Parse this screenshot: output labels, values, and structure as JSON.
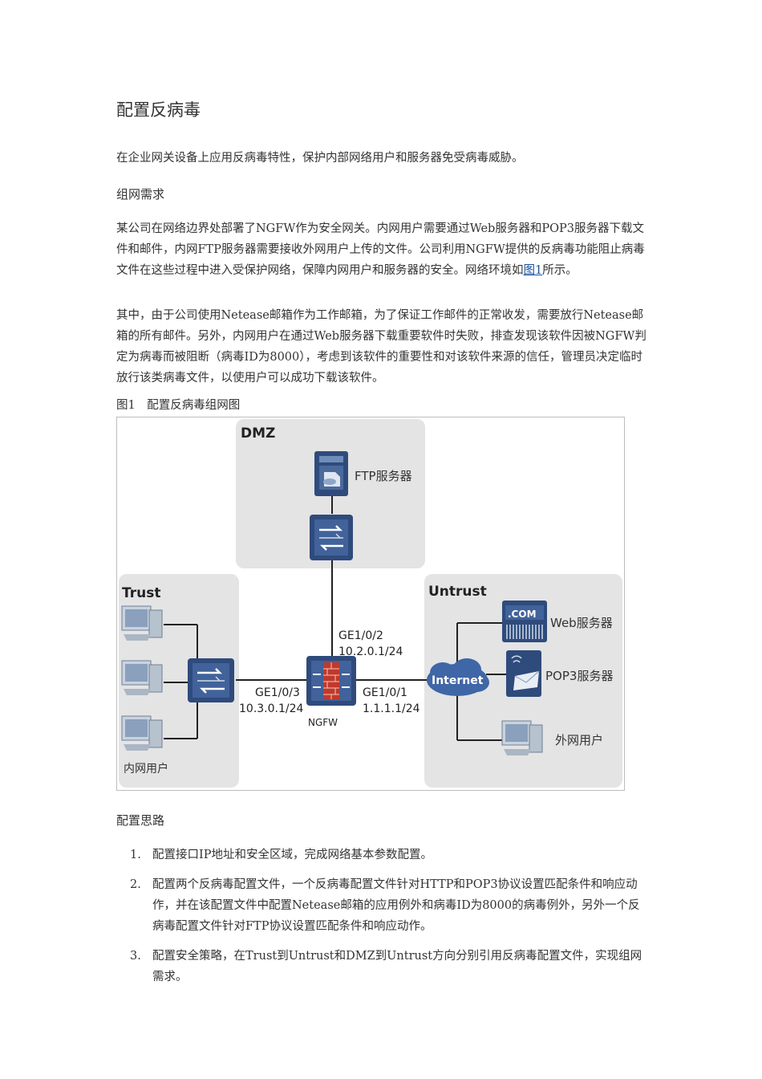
{
  "doc": {
    "title": "配置反病毒",
    "intro": "在企业网关设备上应用反病毒特性，保护内部网络用户和服务器免受病毒威胁。",
    "section_network": "组网需求",
    "para1_text": "某公司在网络边界处部署了NGFW作为安全网关。内网用户需要通过Web服务器和POP3服务器下载文件和邮件，内网FTP服务器需要接收外网用户上传的文件。公司利用NGFW提供的反病毒功能阻止病毒文件在这些过程中进入受保护网络，保障内网用户和服务器的安全。网络环境如",
    "para1_link": "图1",
    "para1_end": "所示。",
    "para2": "其中，由于公司使用Netease邮箱作为工作邮箱，为了保证工作邮件的正常收发，需要放行Netease邮箱的所有邮件。另外，内网用户在通过Web服务器下载重要软件时失败，排查发现该软件因被NGFW判定为病毒而被阻断（病毒ID为8000），考虑到该软件的重要性和对该软件来源的信任，管理员决定临时放行该类病毒文件，以使用户可以成功下载该软件。",
    "figure_caption": "图1　配置反病毒组网图",
    "section_plan": "配置思路",
    "steps": [
      {
        "num": "1.",
        "text": "配置接口IP地址和安全区域，完成网络基本参数配置。"
      },
      {
        "num": "2.",
        "text": "配置两个反病毒配置文件，一个反病毒配置文件针对HTTP和POP3协议设置匹配条件和响应动作，并在该配置文件中配置Netease邮箱的应用例外和病毒ID为8000的病毒例外，另外一个反病毒配置文件针对FTP协议设置匹配条件和响应动作。"
      },
      {
        "num": "3.",
        "text": "配置安全策略，在Trust到Untrust和DMZ到Untrust方向分别引用反病毒配置文件，实现组网需求。"
      }
    ]
  },
  "diagram": {
    "zone_dmz": "DMZ",
    "zone_trust": "Trust",
    "zone_untrust": "Untrust",
    "ftp_label": "FTP服务器",
    "web_label": "Web服务器",
    "pop3_label": "POP3服务器",
    "ext_user_label": "外网用户",
    "int_user_label": "内网用户",
    "internet_label": "Internet",
    "com_label": ".COM",
    "ngfw_label": "NGFW",
    "ge102": "GE1/0/2",
    "ip102": "10.2.0.1/24",
    "ge103": "GE1/0/3",
    "ip103": "10.3.0.1/24",
    "ge101": "GE1/0/1",
    "ip101": "1.1.1.1/24",
    "colors": {
      "zone_bg": "#e4e4e4",
      "device": "#2f4b7c",
      "device_light": "#6f8db8",
      "line": "#222222",
      "firewall_red": "#c0392b"
    }
  }
}
